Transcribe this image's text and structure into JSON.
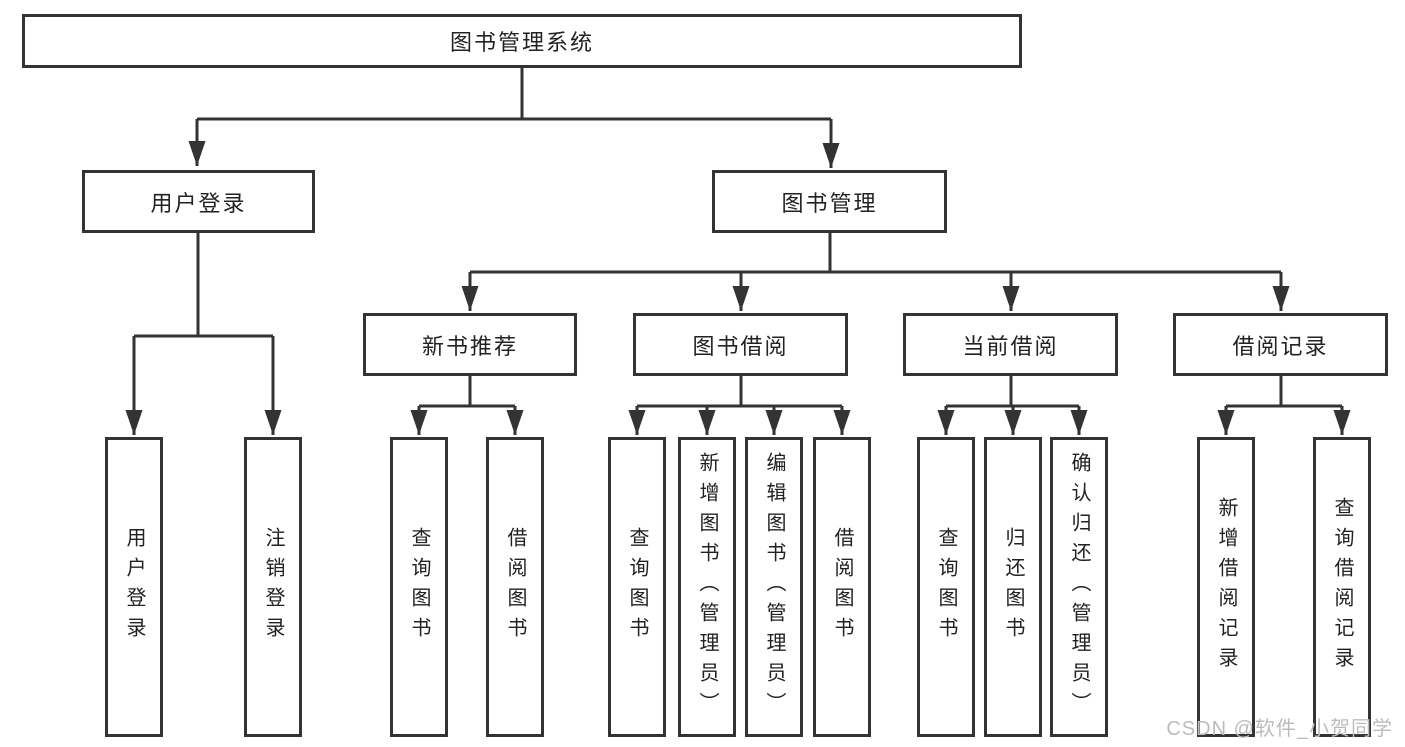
{
  "diagram": {
    "title": "图书管理系统",
    "type": "functional-structure-tree",
    "colors": {
      "line": "#333333",
      "box_border": "#333333",
      "text": "#222222",
      "background": "#ffffff",
      "watermark": "#bcbcbc"
    },
    "watermark": "CSDN @软件_小贺同学"
  },
  "nodes": {
    "root": "图书管理系统",
    "level2": {
      "user_login": "用户登录",
      "book_mgmt": "图书管理"
    },
    "level3": {
      "new_books": "新书推荐",
      "borrow": "图书借阅",
      "current": "当前借阅",
      "records": "借阅记录"
    },
    "leaves": {
      "login": "用户登录",
      "logout": "注销登录",
      "nb_query": "查询图书",
      "nb_borrow": "借阅图书",
      "bw_query": "查询图书",
      "bw_add": "新增图书（管理员）",
      "bw_edit": "编辑图书（管理员）",
      "bw_borrow": "借阅图书",
      "cur_query": "查询图书",
      "cur_return": "归还图书",
      "cur_confirm": "确认归还（管理员）",
      "rec_add": "新增借阅记录",
      "rec_query": "查询借阅记录"
    }
  }
}
